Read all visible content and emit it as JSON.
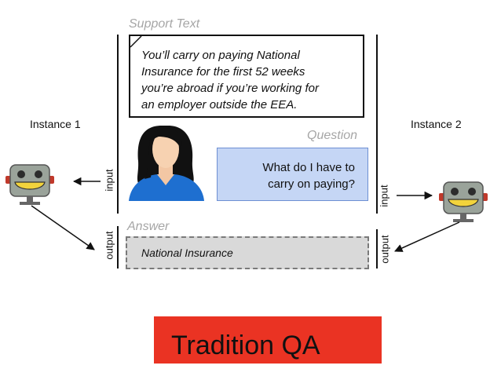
{
  "support": {
    "label": "Support Text",
    "text": "You’ll carry on paying National\nInsurance for the first 52 weeks\nyou’re abroad if you’re working for\nan employer outside the EEA."
  },
  "question": {
    "label": "Question",
    "text": "What do I have to\ncarry on paying?"
  },
  "answer": {
    "label": "Answer",
    "text": "National Insurance"
  },
  "instances": {
    "left": "Instance 1",
    "right": "Instance 2"
  },
  "io": {
    "input": "input",
    "output": "output"
  },
  "banner": {
    "text": "Tradition QA",
    "color": "#ea3323"
  },
  "colors": {
    "question_fill": "#c5d6f5",
    "answer_fill": "#d9d9d9",
    "robot_body": "#9aa39a",
    "robot_face": "#f2d33c"
  },
  "icons": [
    "robot-icon",
    "person-icon"
  ]
}
